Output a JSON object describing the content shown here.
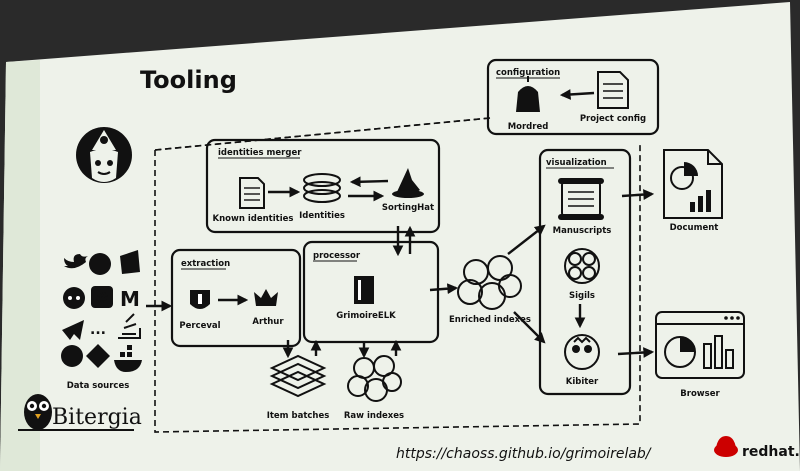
{
  "slide": {
    "title": "Tooling",
    "url": "https://chaoss.github.io/grimoirelab/",
    "brand_left": "Bitergia",
    "brand_right": "redhat."
  },
  "groups": {
    "configuration": "configuration",
    "identities_merger": "identities merger",
    "extraction": "extraction",
    "processor": "processor",
    "visualization": "visualization"
  },
  "nodes": {
    "mordred": "Mordred",
    "project_config": "Project config",
    "known_identities": "Known identities",
    "identities": "Identities",
    "sortinghat": "SortingHat",
    "perceval": "Perceval",
    "arthur": "Arthur",
    "grimoireelk": "GrimoireELK",
    "item_batches": "Item batches",
    "raw_indexes": "Raw indexes",
    "enriched_indexes": "Enriched indexes",
    "manuscripts": "Manuscripts",
    "sigils": "Sigils",
    "kibiter": "Kibiter",
    "document": "Document",
    "browser": "Browser",
    "data_sources": "Data sources"
  },
  "data_source_glyphs": [
    "M",
    "#",
    "..."
  ],
  "colors": {
    "slide_bg": "#eef2ea",
    "ink": "#111111",
    "redhat": "#cc0000",
    "room": "#2a2a2a"
  }
}
